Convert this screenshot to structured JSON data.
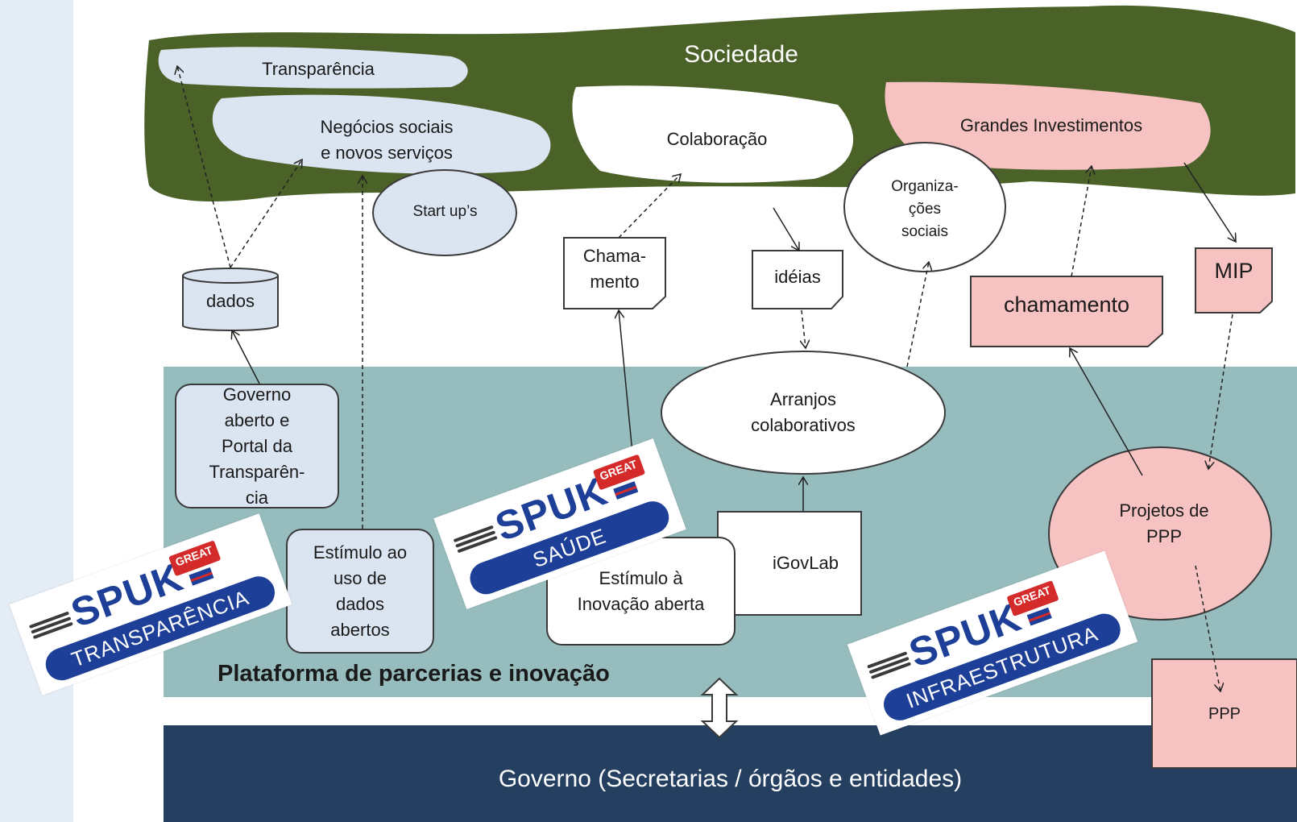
{
  "diagram": {
    "sociedade": "Sociedade",
    "transparencia": "Transparência",
    "negocios": [
      "Negócios sociais",
      "e  novos serviços"
    ],
    "colaboracao": "Colaboração",
    "grandes_investimentos": "Grandes Investimentos",
    "startups": "Start up’s",
    "organizacoes": [
      "Organiza-",
      "ções",
      "sociais"
    ],
    "dados": "dados",
    "chamamento_note": [
      "Chama-",
      "mento"
    ],
    "ideias": "idéias",
    "chamamento_box": "chamamento",
    "mip": "MIP",
    "governo_aberto": [
      "Governo",
      "aberto e",
      "Portal da",
      "Transparên-",
      "cia"
    ],
    "arranjos": [
      "Arranjos",
      "colaborativos"
    ],
    "igovlab": "iGovLab",
    "estimulo_dados": [
      "Estímulo ao",
      "uso de",
      "dados",
      "abertos"
    ],
    "estimulo_inovacao": [
      "Estímulo à",
      "Inovação aberta"
    ],
    "projetos_ppp": [
      "Projetos de",
      "PPP"
    ],
    "ppp": "PPP",
    "plataforma": "Plataforma de parcerias e inovação",
    "governo": "Governo (Secretarias / órgãos e entidades)"
  },
  "badges": [
    {
      "brand": "SPUK",
      "tag": "GREAT",
      "label": "TRANSPARÊNCIA"
    },
    {
      "brand": "SPUK",
      "tag": "GREAT",
      "label": "SAÚDE"
    },
    {
      "brand": "SPUK",
      "tag": "GREAT",
      "label": "INFRAESTRUTURA"
    }
  ],
  "colors": {
    "sociedade": "#4a6128",
    "light_blue": "#dbe5f1",
    "pink": "#f6c2c2",
    "teal_band": "#97bcbe",
    "navy_band": "#243f5f",
    "badge_blue": "#1e3f97",
    "badge_red": "#d42a2a"
  }
}
